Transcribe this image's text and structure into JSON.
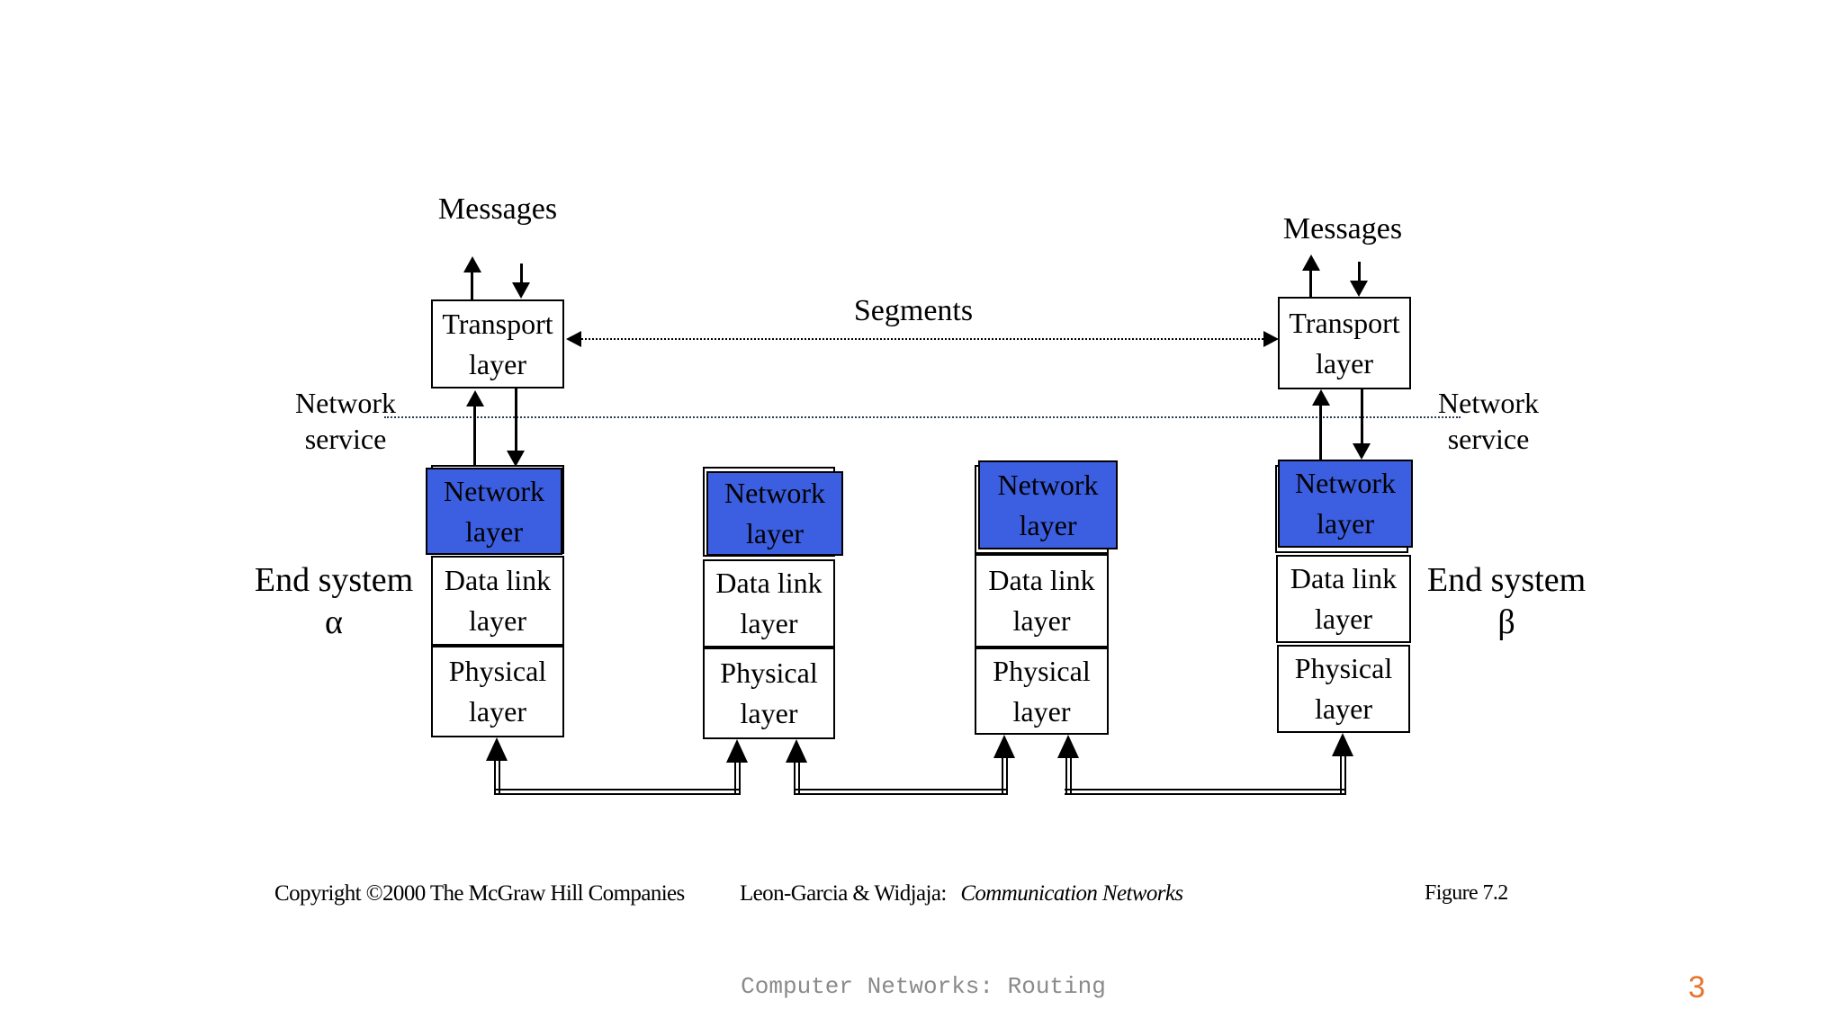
{
  "slide": {
    "messages_left": "Messages",
    "messages_right": "Messages",
    "segments": "Segments",
    "network_service_left": {
      "line1": "Network",
      "line2": "service"
    },
    "network_service_right": {
      "line1": "Network",
      "line2": "service"
    },
    "transport_left": {
      "line1": "Transport",
      "line2": "layer"
    },
    "transport_right": {
      "line1": "Transport",
      "line2": "layer"
    },
    "end_system_left": {
      "line1": "End system",
      "line2": "α"
    },
    "end_system_right": {
      "line1": "End system",
      "line2": "β"
    },
    "stacks": [
      {
        "network": {
          "line1": "Network",
          "line2": "layer"
        },
        "data_link": {
          "line1": "Data link",
          "line2": "layer"
        },
        "physical": {
          "line1": "Physical",
          "line2": "layer"
        }
      },
      {
        "network": {
          "line1": "Network",
          "line2": "layer"
        },
        "data_link": {
          "line1": "Data link",
          "line2": "layer"
        },
        "physical": {
          "line1": "Physical",
          "line2": "layer"
        }
      },
      {
        "network": {
          "line1": "Network",
          "line2": "layer"
        },
        "data_link": {
          "line1": "Data link",
          "line2": "layer"
        },
        "physical": {
          "line1": "Physical",
          "line2": "layer"
        }
      },
      {
        "network": {
          "line1": "Network",
          "line2": "layer"
        },
        "data_link": {
          "line1": "Data link",
          "line2": "layer"
        },
        "physical": {
          "line1": "Physical",
          "line2": "layer"
        }
      }
    ]
  },
  "footer": {
    "copyright": "Copyright ©2000 The McGraw Hill Companies",
    "citation_author": "Leon-Garcia & Widjaja:",
    "citation_title": "Communication Networks",
    "figure_label": "Figure 7.2",
    "course_title": "Computer Networks: Routing",
    "page_number": "3"
  },
  "colors": {
    "network_layer_fill": "#3C5EE0",
    "page_number": "#E8742E",
    "course_title": "#8A8A8A"
  }
}
